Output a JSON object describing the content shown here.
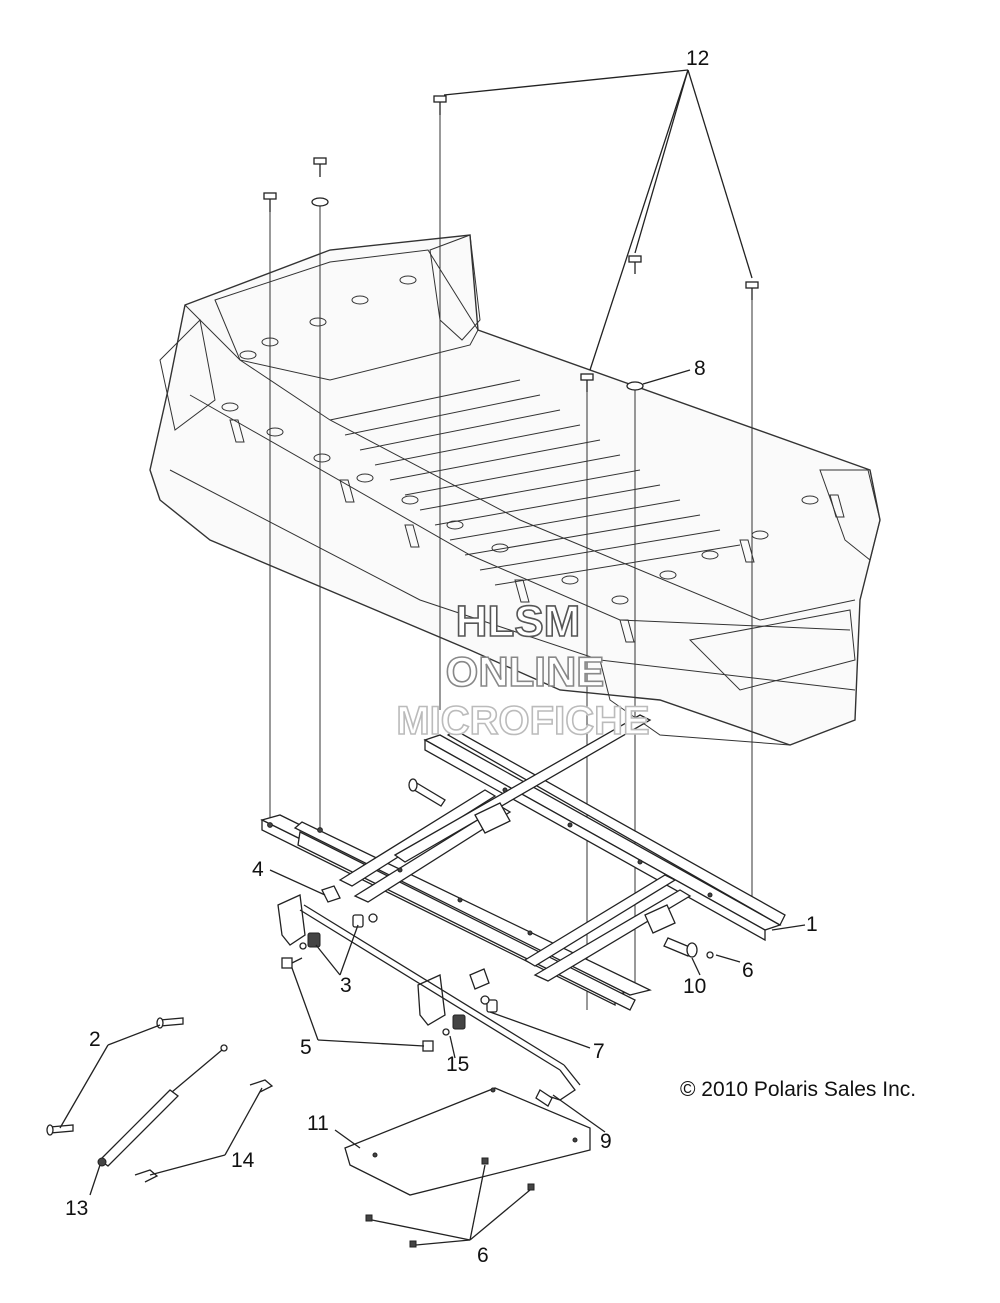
{
  "diagram": {
    "copyright": "© 2010 Polaris Sales Inc.",
    "watermark": {
      "line1": "HLSM",
      "line2": "ONLINE",
      "line3": "MICROFICHE"
    },
    "labels": {
      "p1": "1",
      "p2": "2",
      "p3": "3",
      "p4": "4",
      "p5": "5",
      "p6a": "6",
      "p6b": "6",
      "p7": "7",
      "p8": "8",
      "p9": "9",
      "p10": "10",
      "p11": "11",
      "p12": "12",
      "p13": "13",
      "p14": "14",
      "p15": "15"
    }
  }
}
